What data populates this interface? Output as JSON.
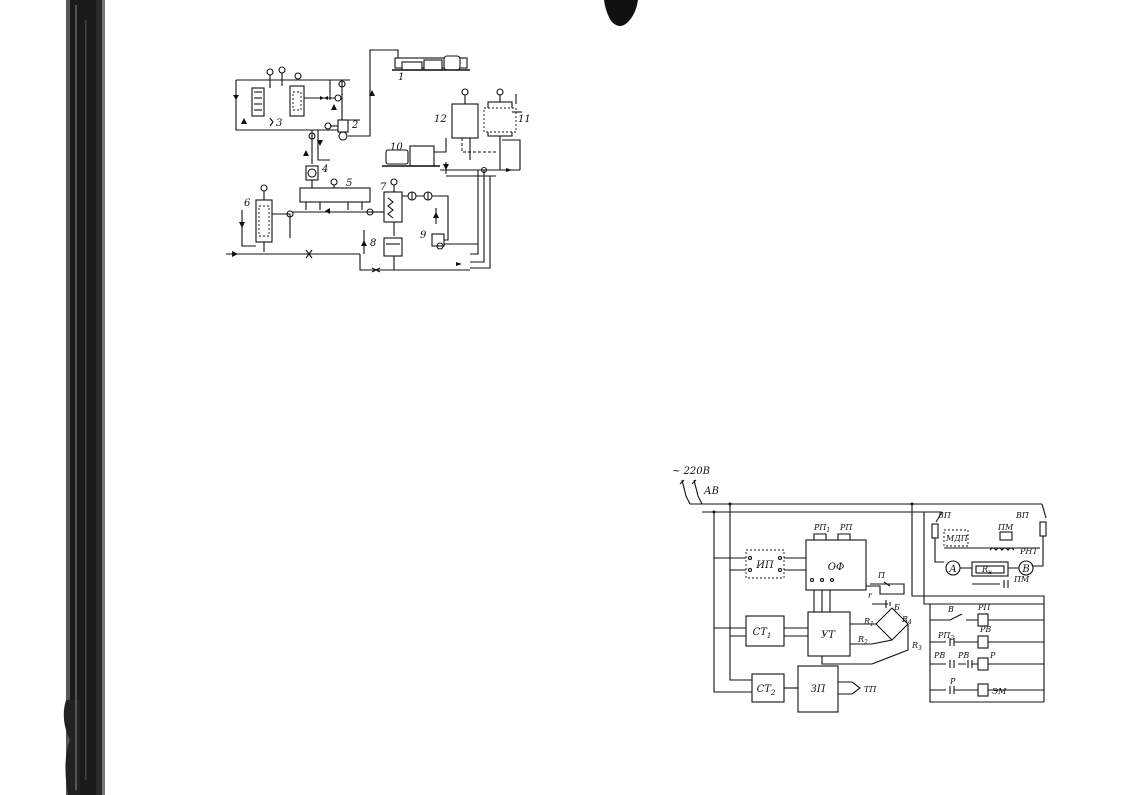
{
  "process_scheme": {
    "labels": [
      {
        "id": "1",
        "text": "1"
      },
      {
        "id": "2",
        "text": "2"
      },
      {
        "id": "3",
        "text": "3"
      },
      {
        "id": "4",
        "text": "4"
      },
      {
        "id": "5",
        "text": "5"
      },
      {
        "id": "6",
        "text": "6"
      },
      {
        "id": "7",
        "text": "7"
      },
      {
        "id": "8",
        "text": "8"
      },
      {
        "id": "9",
        "text": "9"
      },
      {
        "id": "10",
        "text": "10"
      },
      {
        "id": "11",
        "text": "11"
      },
      {
        "id": "12",
        "text": "12"
      }
    ]
  },
  "electrical_scheme": {
    "supply": "~ 220В",
    "switch_main": "АВ",
    "blocks": {
      "ip": "ИП",
      "of": "ОФ",
      "st1": "СТ",
      "st1_sub": "1",
      "ut": "УТ",
      "st2": "СТ",
      "st2_sub": "2",
      "zp": "ЗП"
    },
    "output": "ТП",
    "relay_labels": {
      "rp1": "РП",
      "rp1_sub": "1",
      "rp": "РП",
      "p": "П",
      "r": "r",
      "b": "Б",
      "r1": "R",
      "r1_sub": "1",
      "r2": "R",
      "r2_sub": "2",
      "r3": "R",
      "r3_sub": "3",
      "r4": "R",
      "r4_sub": "4"
    },
    "right_panel": {
      "vp_left": "ВП",
      "vp_right": "ВП",
      "mdp": "МДП",
      "pm_top": "ПМ",
      "rnt": "РНТ",
      "ammeter": "А",
      "voltmeter": "В",
      "rn": "R",
      "rn_sub": "н",
      "pm_bottom": "ПМ",
      "v_switch": "В",
      "rp_coil": "РП",
      "rp2": "РП",
      "rp2_sub": "2",
      "rv": "РВ",
      "rv_contact": "РВ",
      "rv_contact2": "РВ",
      "p_coil": "Р",
      "p_contact": "Р",
      "em": "ЭМ"
    }
  }
}
